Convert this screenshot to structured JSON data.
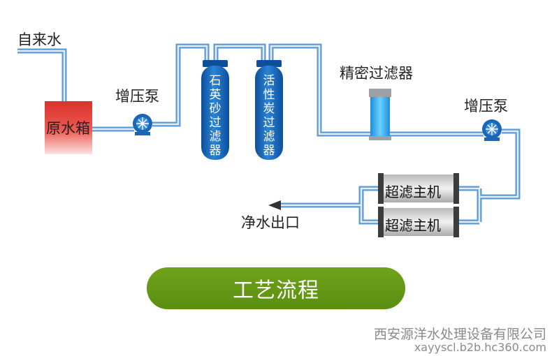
{
  "labels": {
    "tap_water": "自来水",
    "raw_tank": "原水箱",
    "pump1": "增压泵",
    "quartz_filter": "石英砂过滤器",
    "carbon_filter": "活性炭过滤器",
    "precision_filter": "精密过滤器",
    "pump2": "增压泵",
    "uf1": "超滤主机",
    "uf2": "超滤主机",
    "outlet": "净水出口"
  },
  "banner": {
    "text": "工艺流程"
  },
  "footer": {
    "company": "西安源洋水处理设备有限公司",
    "url": "xayyscl.b2b.hc360.com"
  },
  "colors": {
    "pipe_outer": "#5b9bd5",
    "pipe_inner": "#dbe9f7",
    "tank": "#e8403a",
    "vessel": "#1f6fc0",
    "precision": "#2fa7e6",
    "banner": "#65991a"
  }
}
